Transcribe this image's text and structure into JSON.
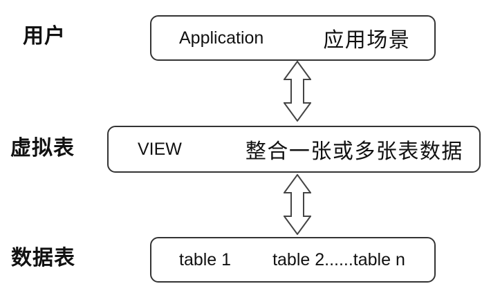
{
  "diagram": {
    "colors": {
      "background": "#ffffff",
      "box_border": "#333333",
      "arrow_outline": "#444444",
      "text": "#111111"
    },
    "rows": [
      {
        "label": "用户",
        "box": {
          "left_text": "Application",
          "right_text": "应用场景"
        }
      },
      {
        "label": "虚拟表",
        "box": {
          "left_text": "VIEW",
          "right_text": "整合一张或多张表数据"
        }
      },
      {
        "label": "数据表",
        "box": {
          "left_text": "table 1",
          "right_text": "table 2......table n"
        }
      }
    ],
    "connectors": [
      {
        "name": "application-view-link",
        "direction": "bidirectional"
      },
      {
        "name": "view-table-link",
        "direction": "bidirectional"
      }
    ]
  }
}
